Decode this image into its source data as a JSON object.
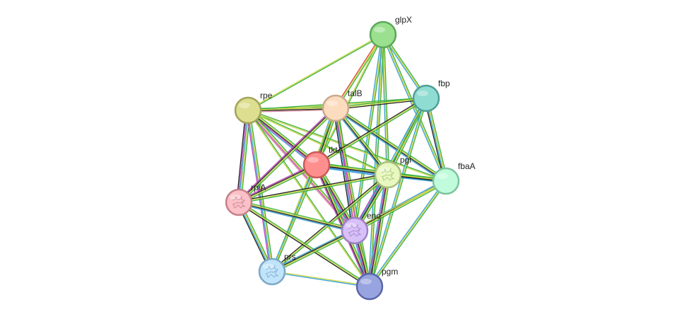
{
  "nodes": [
    {
      "id": "glpX",
      "label": "glpX",
      "color": "#9be08e",
      "stroke": "#5aa85a",
      "structure": false
    },
    {
      "id": "fbp",
      "label": "fbp",
      "color": "#8fdcd3",
      "stroke": "#4f9e96",
      "structure": false
    },
    {
      "id": "rpe",
      "label": "rpe",
      "color": "#dede90",
      "stroke": "#a3a35a",
      "structure": false
    },
    {
      "id": "talB",
      "label": "talB",
      "color": "#fcdcbe",
      "stroke": "#c9a98c",
      "structure": false
    },
    {
      "id": "tktA",
      "label": "tktA",
      "color": "#ff8f8f",
      "stroke": "#c95a5a",
      "structure": false
    },
    {
      "id": "pgi",
      "label": "pgi",
      "color": "#e8f8c0",
      "stroke": "#a8c07c",
      "structure": true
    },
    {
      "id": "fbaA",
      "label": "fbaA",
      "color": "#c0fcdc",
      "stroke": "#7cc49c",
      "structure": false
    },
    {
      "id": "rpiA",
      "label": "rpiA",
      "color": "#fbc0c8",
      "stroke": "#c48088",
      "structure": true
    },
    {
      "id": "eno",
      "label": "eno",
      "color": "#d8c0f8",
      "stroke": "#9c80c4",
      "structure": true
    },
    {
      "id": "prs",
      "label": "prs",
      "color": "#c0e4fb",
      "stroke": "#7ca8c4",
      "structure": true
    },
    {
      "id": "pgm",
      "label": "pgm",
      "color": "#98a4e0",
      "stroke": "#5a66a8",
      "structure": false
    }
  ],
  "edge_colors": {
    "green": "#3cb043",
    "yellow": "#c8d840",
    "blue": "#3aa0d8",
    "black": "#222222",
    "magenta": "#c040c0",
    "red": "#e04040",
    "navy": "#2020a0",
    "pink": "#d890a0"
  },
  "edges": [
    {
      "source": "glpX",
      "target": "rpe",
      "channels": [
        "green",
        "yellow"
      ]
    },
    {
      "source": "glpX",
      "target": "talB",
      "channels": [
        "green",
        "yellow",
        "red"
      ]
    },
    {
      "source": "glpX",
      "target": "tktA",
      "channels": [
        "green",
        "yellow"
      ]
    },
    {
      "source": "glpX",
      "target": "fbp",
      "channels": [
        "green",
        "yellow",
        "blue"
      ]
    },
    {
      "source": "glpX",
      "target": "pgi",
      "channels": [
        "green",
        "yellow",
        "blue"
      ]
    },
    {
      "source": "glpX",
      "target": "fbaA",
      "channels": [
        "green",
        "yellow",
        "blue"
      ]
    },
    {
      "source": "glpX",
      "target": "eno",
      "channels": [
        "green",
        "yellow",
        "blue"
      ]
    },
    {
      "source": "glpX",
      "target": "pgm",
      "channels": [
        "green",
        "yellow",
        "blue"
      ]
    },
    {
      "source": "rpe",
      "target": "talB",
      "channels": [
        "green",
        "yellow",
        "black",
        "pink"
      ]
    },
    {
      "source": "rpe",
      "target": "tktA",
      "channels": [
        "green",
        "yellow",
        "black",
        "magenta",
        "blue"
      ]
    },
    {
      "source": "rpe",
      "target": "fbp",
      "channels": [
        "green",
        "yellow"
      ]
    },
    {
      "source": "rpe",
      "target": "pgi",
      "channels": [
        "green",
        "yellow"
      ]
    },
    {
      "source": "rpe",
      "target": "fbaA",
      "channels": [
        "green",
        "yellow"
      ]
    },
    {
      "source": "rpe",
      "target": "rpiA",
      "channels": [
        "green",
        "yellow",
        "blue",
        "magenta",
        "black"
      ]
    },
    {
      "source": "rpe",
      "target": "eno",
      "channels": [
        "green",
        "yellow",
        "magenta",
        "pink"
      ]
    },
    {
      "source": "rpe",
      "target": "prs",
      "channels": [
        "green",
        "yellow",
        "blue",
        "magenta"
      ]
    },
    {
      "source": "rpe",
      "target": "pgm",
      "channels": [
        "green",
        "yellow"
      ]
    },
    {
      "source": "talB",
      "target": "tktA",
      "channels": [
        "green",
        "yellow",
        "black",
        "magenta",
        "blue"
      ]
    },
    {
      "source": "talB",
      "target": "fbp",
      "channels": [
        "green",
        "yellow",
        "black"
      ]
    },
    {
      "source": "talB",
      "target": "pgi",
      "channels": [
        "green",
        "yellow",
        "black",
        "blue"
      ]
    },
    {
      "source": "talB",
      "target": "fbaA",
      "channels": [
        "green",
        "yellow",
        "black",
        "blue"
      ]
    },
    {
      "source": "talB",
      "target": "rpiA",
      "channels": [
        "green",
        "yellow",
        "black",
        "magenta"
      ]
    },
    {
      "source": "talB",
      "target": "eno",
      "channels": [
        "green",
        "yellow",
        "magenta",
        "blue",
        "black"
      ]
    },
    {
      "source": "talB",
      "target": "prs",
      "channels": [
        "green",
        "yellow"
      ]
    },
    {
      "source": "talB",
      "target": "pgm",
      "channels": [
        "green",
        "yellow",
        "magenta"
      ]
    },
    {
      "source": "fbp",
      "target": "tktA",
      "channels": [
        "green",
        "yellow",
        "black"
      ]
    },
    {
      "source": "fbp",
      "target": "pgi",
      "channels": [
        "green",
        "yellow",
        "navy",
        "blue"
      ]
    },
    {
      "source": "fbp",
      "target": "fbaA",
      "channels": [
        "green",
        "yellow",
        "blue",
        "black"
      ]
    },
    {
      "source": "fbp",
      "target": "eno",
      "channels": [
        "green",
        "yellow",
        "blue"
      ]
    },
    {
      "source": "fbp",
      "target": "pgm",
      "channels": [
        "green",
        "yellow",
        "blue"
      ]
    },
    {
      "source": "tktA",
      "target": "pgi",
      "channels": [
        "green",
        "yellow",
        "black",
        "magenta",
        "blue"
      ]
    },
    {
      "source": "tktA",
      "target": "fbaA",
      "channels": [
        "green",
        "yellow",
        "black",
        "blue"
      ]
    },
    {
      "source": "tktA",
      "target": "rpiA",
      "channels": [
        "green",
        "yellow",
        "black",
        "magenta"
      ]
    },
    {
      "source": "tktA",
      "target": "eno",
      "channels": [
        "green",
        "yellow",
        "black",
        "magenta",
        "blue"
      ]
    },
    {
      "source": "tktA",
      "target": "prs",
      "channels": [
        "green",
        "yellow",
        "blue"
      ]
    },
    {
      "source": "tktA",
      "target": "pgm",
      "channels": [
        "green",
        "yellow",
        "black",
        "magenta"
      ]
    },
    {
      "source": "pgi",
      "target": "fbaA",
      "channels": [
        "green",
        "yellow",
        "black",
        "blue"
      ]
    },
    {
      "source": "pgi",
      "target": "rpiA",
      "channels": [
        "green",
        "yellow",
        "black"
      ]
    },
    {
      "source": "pgi",
      "target": "eno",
      "channels": [
        "green",
        "yellow",
        "black",
        "blue",
        "magenta"
      ]
    },
    {
      "source": "pgi",
      "target": "prs",
      "channels": [
        "green",
        "yellow",
        "black"
      ]
    },
    {
      "source": "pgi",
      "target": "pgm",
      "channels": [
        "green",
        "yellow",
        "black",
        "magenta",
        "blue"
      ]
    },
    {
      "source": "fbaA",
      "target": "eno",
      "channels": [
        "green",
        "yellow",
        "black",
        "blue"
      ]
    },
    {
      "source": "fbaA",
      "target": "pgm",
      "channels": [
        "green",
        "yellow",
        "blue"
      ]
    },
    {
      "source": "fbaA",
      "target": "prs",
      "channels": [
        "yellow"
      ]
    },
    {
      "source": "rpiA",
      "target": "eno",
      "channels": [
        "green",
        "yellow",
        "black",
        "blue"
      ]
    },
    {
      "source": "rpiA",
      "target": "prs",
      "channels": [
        "green",
        "yellow",
        "blue",
        "black"
      ]
    },
    {
      "source": "rpiA",
      "target": "pgm",
      "channels": [
        "green",
        "yellow",
        "black"
      ]
    },
    {
      "source": "eno",
      "target": "prs",
      "channels": [
        "green",
        "yellow",
        "black",
        "blue"
      ]
    },
    {
      "source": "eno",
      "target": "pgm",
      "channels": [
        "green",
        "yellow",
        "black",
        "magenta",
        "blue"
      ]
    },
    {
      "source": "prs",
      "target": "pgm",
      "channels": [
        "yellow",
        "blue"
      ]
    }
  ]
}
